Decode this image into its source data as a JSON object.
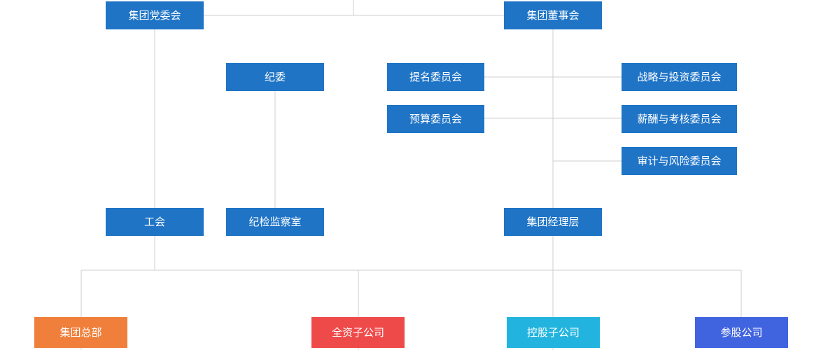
{
  "nodes": {
    "party_committee": "集团党委会",
    "board": "集团董事会",
    "discipline_committee": "纪委",
    "nomination_committee": "提名委员会",
    "budget_committee": "预算委员会",
    "strategy_committee": "战略与投资委员会",
    "compensation_committee": "薪酬与考核委员会",
    "audit_committee": "审计与风险委员会",
    "labor_union": "工会",
    "supervision_office": "纪检监察室",
    "management": "集团经理层",
    "headquarters": "集团总部",
    "wholly_owned": "全资子公司",
    "holding": "控股子公司",
    "equity_participation": "参股公司"
  },
  "colors": {
    "node_blue": "#1f74c6",
    "headquarters": "#ef7f3a",
    "wholly_owned": "#ef4a4a",
    "holding": "#22b4de",
    "equity_participation": "#4064df",
    "connector": "#cfcfcf"
  }
}
